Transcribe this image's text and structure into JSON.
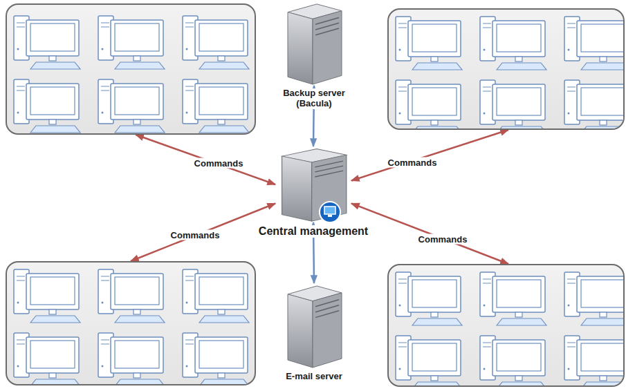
{
  "diagram": {
    "nodes": [
      {
        "text": []
      },
      {
        "text": [
          "Backup server (Bacula)"
        ]
      },
      {
        "text": []
      },
      {
        "text": [
          "Central management"
        ]
      },
      {
        "text": []
      },
      {
        "text": [
          "E-mail server"
        ]
      },
      {
        "text": []
      }
    ],
    "edges": [
      {
        "from": 1,
        "to": 3,
        "arrow": "both"
      },
      {
        "from": 3,
        "to": 0,
        "label": "Commands",
        "arrow": "both"
      },
      {
        "from": 3,
        "to": 2,
        "label": "Commands",
        "arrow": "both"
      },
      {
        "from": 3,
        "to": 4,
        "label": "Commands",
        "arrow": "both"
      },
      {
        "from": 3,
        "to": 6,
        "label": "Commands",
        "arrow": "both"
      },
      {
        "from": 3,
        "to": 5,
        "arrow": "both"
      }
    ]
  }
}
